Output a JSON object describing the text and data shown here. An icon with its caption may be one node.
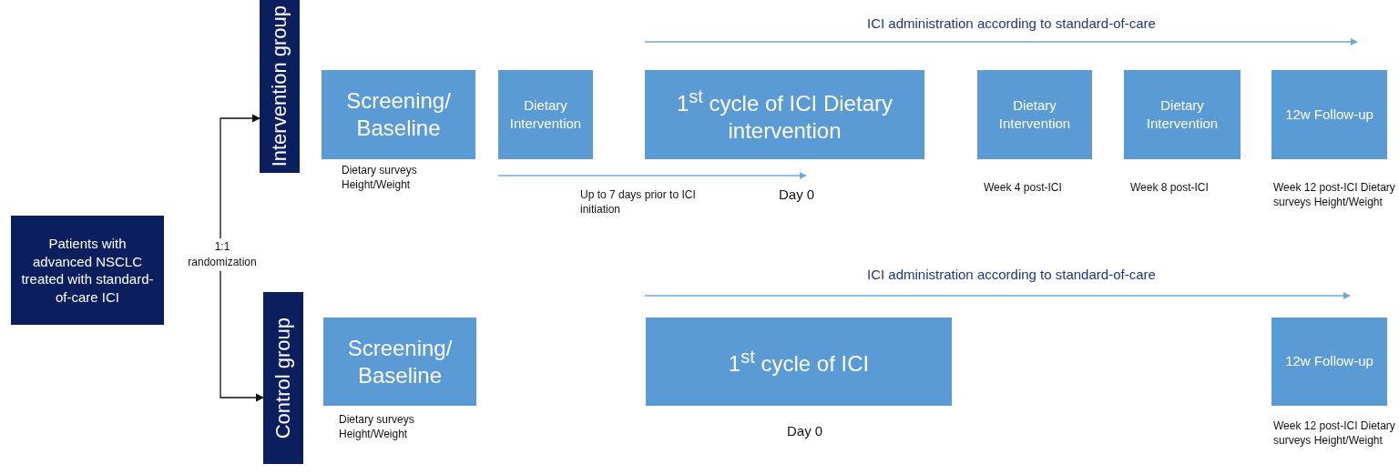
{
  "diagram": {
    "nodes": [
      {
        "text": [
          "Patients with advanced NSCLC treated with standard-of-care ICI"
        ]
      },
      {
        "text": [
          "1:1 randomization"
        ]
      },
      {
        "text": [
          "Intervention group"
        ]
      },
      {
        "text": [
          "Control group"
        ]
      },
      {
        "text": [
          "Screening/ Baseline"
        ],
        "beside": [
          "Dietary surveys Height/Weight"
        ]
      },
      {
        "text": [
          "Dietary Intervention"
        ]
      },
      {
        "text": [
          "1$^{st}$ cycle of ICI Dietary intervention"
        ],
        "beside": [
          "Day 0"
        ]
      },
      {
        "text": [
          "Dietary Intervention"
        ],
        "beside": [
          "Week 4 post-ICI"
        ]
      },
      {
        "text": [
          "Dietary Intervention"
        ],
        "beside": [
          "Week 8 post-ICI"
        ]
      },
      {
        "text": [
          "12w Follow-up"
        ],
        "beside": [
          "Week 12 post-ICI Dietary surveys Height/Weight"
        ]
      },
      {
        "text": [
          "Screening/ Baseline"
        ],
        "beside": [
          "Dietary surveys Height/Weight"
        ]
      },
      {
        "text": [
          "1$^{st}$ cycle of ICI"
        ],
        "beside": [
          "Day 0"
        ]
      },
      {
        "text": [
          "12w Follow-up"
        ],
        "beside": [
          "Week 12 post-ICI Dietary surveys Height/Weight"
        ]
      }
    ],
    "edges": [
      {
        "from": 1,
        "to": 2,
        "arrow": "to"
      },
      {
        "from": 1,
        "to": 3,
        "arrow": "to"
      }
    ],
    "labels": [
      "ICI administration according to standard-of-care",
      "Up to 7 days prior to ICI initiation",
      "ICI administration according to standard-of-care"
    ]
  }
}
